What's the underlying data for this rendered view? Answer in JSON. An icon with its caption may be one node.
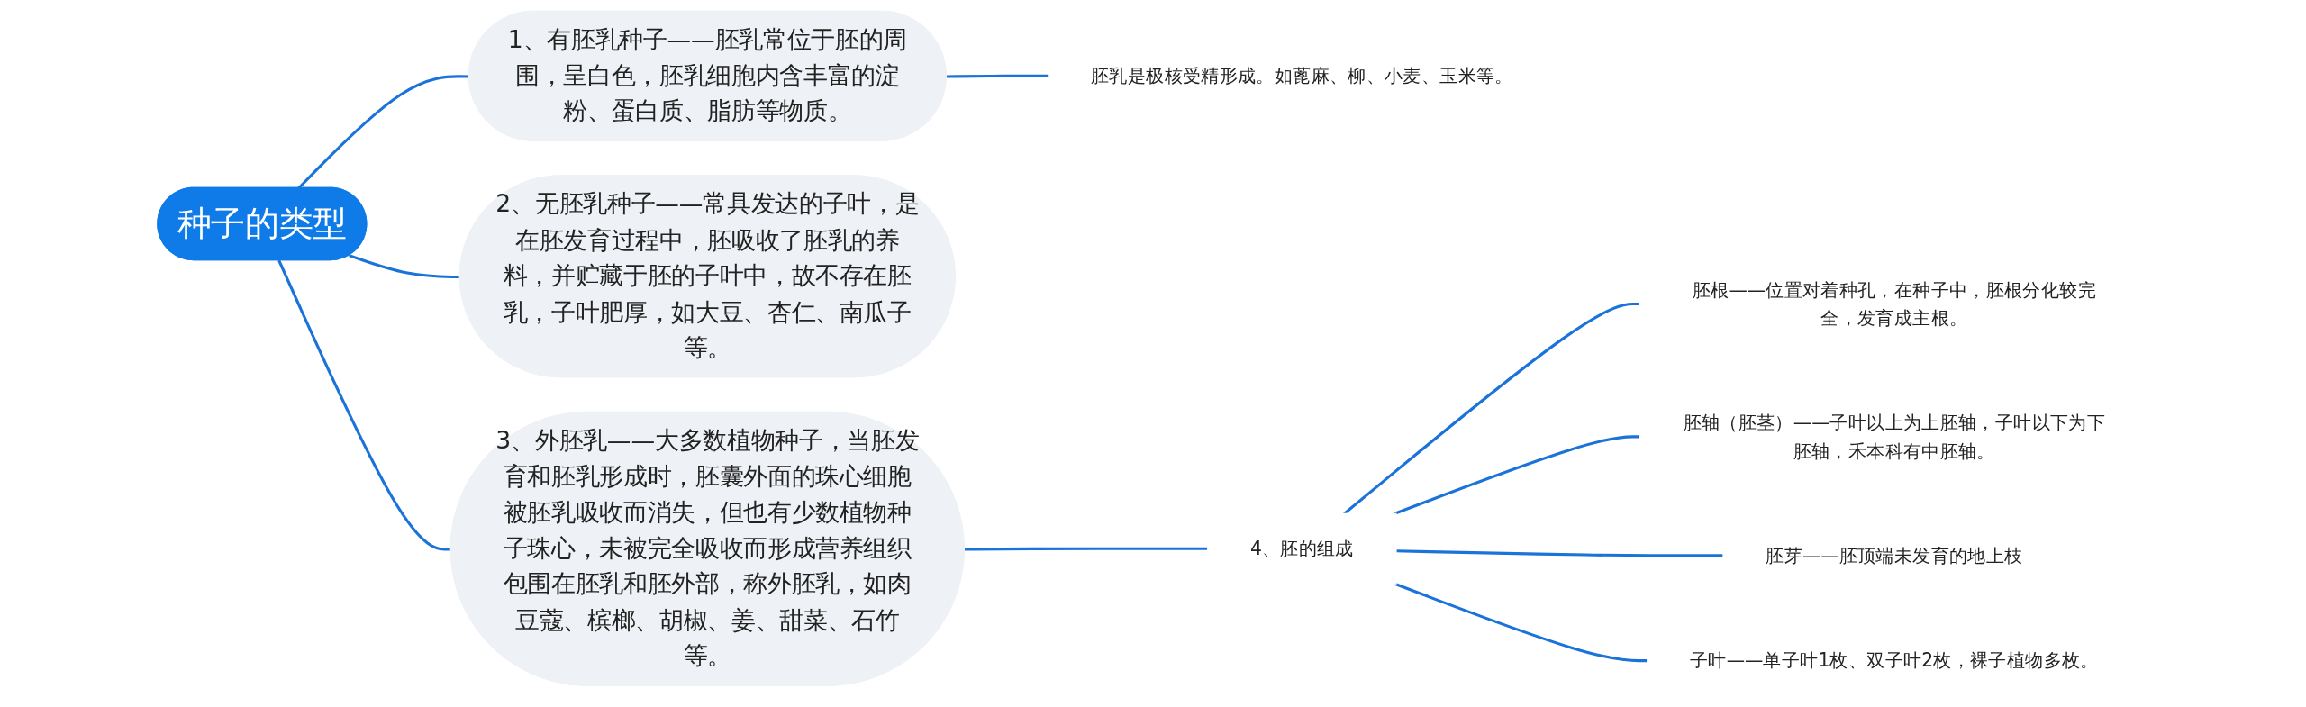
{
  "diagram": {
    "nodes": [
      {
        "text": [
          "种子的类型"
        ]
      },
      {
        "text": [
          "1、有胚乳种子——胚乳常位于胚的周围，呈白色，胚乳细胞内含丰富的淀粉、蛋白质、脂肪等物质。"
        ]
      },
      {
        "text": [
          "2、无胚乳种子——常具发达的子叶，是在胚发育过程中，胚吸收了胚乳的养料，并贮藏于胚的子叶中，故不存在胚乳，子叶肥厚，如大豆、杏仁、南瓜子等。"
        ]
      },
      {
        "text": [
          "3、外胚乳——大多数植物种子，当胚发育和胚乳形成时，胚囊外面的珠心细胞被胚乳吸收而消失，但也有少数植物种子珠心，未被完全吸收而形成营养组织包围在胚乳和胚外部，称外胚乳，如肉豆蔻、槟榔、胡椒、姜、甜菜、石竹等。"
        ]
      },
      {
        "text": [
          "胚乳是极核受精形成。如蓖麻、柳、小麦、玉米等。"
        ]
      },
      {
        "text": [
          "4、胚的组成"
        ]
      },
      {
        "text": [
          "胚根——位置对着种孔，在种子中，胚根分化较完全，发育成主根。"
        ]
      },
      {
        "text": [
          "胚轴（胚茎）——子叶以上为上胚轴，子叶以下为下胚轴，禾本科有中胚轴。"
        ]
      },
      {
        "text": [
          "胚芽——胚顶端未发育的地上枝"
        ]
      },
      {
        "text": [
          "子叶——单子叶1枚、双子叶2枚，裸子植物多枚。"
        ]
      }
    ],
    "edges": [
      {
        "from": 0,
        "to": 1,
        "arrow": "none"
      },
      {
        "from": 0,
        "to": 2,
        "arrow": "none"
      },
      {
        "from": 0,
        "to": 3,
        "arrow": "none"
      },
      {
        "from": 1,
        "to": 4,
        "arrow": "none"
      },
      {
        "from": 3,
        "to": 5,
        "arrow": "none"
      },
      {
        "from": 5,
        "to": 6,
        "arrow": "none"
      },
      {
        "from": 5,
        "to": 7,
        "arrow": "none"
      },
      {
        "from": 5,
        "to": 8,
        "arrow": "none"
      },
      {
        "from": 5,
        "to": 9,
        "arrow": "none"
      }
    ]
  }
}
